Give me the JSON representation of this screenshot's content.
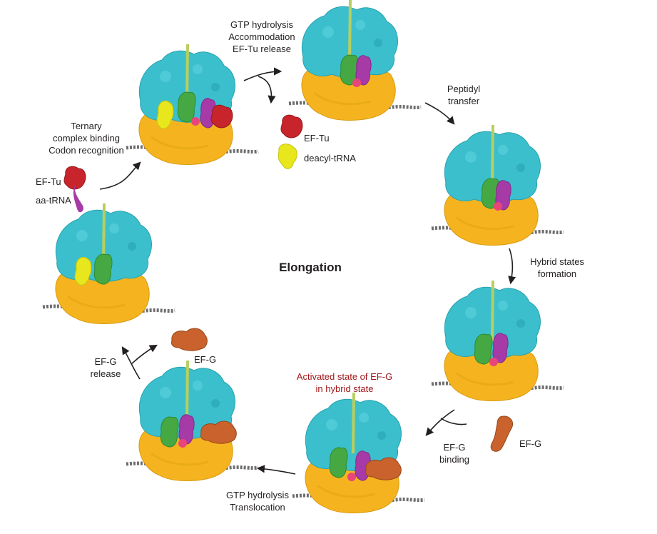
{
  "title": "Elongation",
  "labels": {
    "ternary": [
      "Ternary",
      "complex binding",
      "Codon recognition"
    ],
    "ef_tu_left": "EF-Tu",
    "aa_trna": "aa-tRNA",
    "gtp_accommodation": [
      "GTP hydrolysis",
      "Accommodation",
      "EF-Tu release"
    ],
    "ef_tu_right": "EF-Tu",
    "deacyl_trna": "deacyl-tRNA",
    "peptidyl_transfer": [
      "Peptidyl",
      "transfer"
    ],
    "hybrid_formation": [
      "Hybrid states",
      "formation"
    ],
    "activated_state": [
      "Activated state of EF-G",
      "in hybrid state"
    ],
    "efg_binding": [
      "EF-G",
      "binding"
    ],
    "efg_free": "EF-G",
    "gtp_translocation": [
      "GTP hydrolysis",
      "Translocation"
    ],
    "efg_release": [
      "EF-G",
      "release"
    ],
    "efg_released": "EF-G"
  },
  "colors": {
    "small_subunit": "#f5b41f",
    "large_subunit": "#3cbfcd",
    "mrna": "#7a7a7a",
    "nascent_chain": "#b8cf5e",
    "a_site_trna": "#a63ba8",
    "p_site_trna": "#46a842",
    "e_site_trna": "#e8e61c",
    "ef_tu": "#c8242b",
    "ef_g": "#c9622c",
    "accent_text": "#a0181c"
  }
}
